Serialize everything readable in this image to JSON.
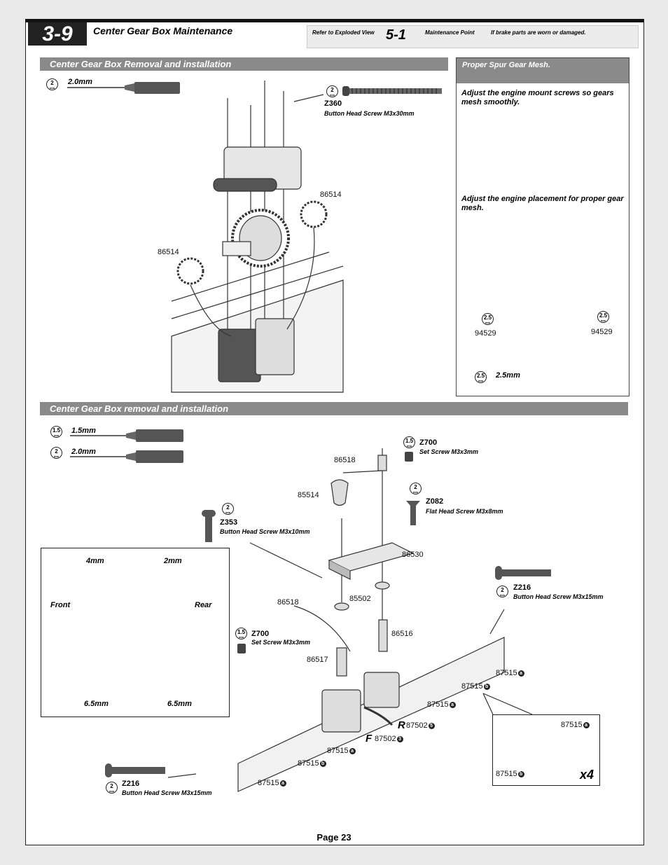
{
  "header": {
    "section_number": "3-9",
    "section_title": "Center Gear Box Maintenance",
    "refer_label": "Refer to Exploded View",
    "refer_number": "5-1",
    "maintenance_point_label": "Maintenance Point",
    "maintenance_point_text": "If brake parts are worn or damaged."
  },
  "section1": {
    "title": "Center Gear Box Removal and installation",
    "tool": {
      "badge": "2",
      "unit": "mm",
      "size": "2.0mm"
    },
    "screw": {
      "code": "Z360",
      "badge": "2",
      "unit": "mm",
      "desc": "Button Head Screw M3x30mm"
    },
    "parts": {
      "top_right": "86514",
      "left": "86514"
    }
  },
  "sidebar": {
    "title": "Proper Spur Gear Mesh.",
    "text1": "Adjust the engine mount screws so gears mesh smoothly.",
    "text2": "Adjust the engine placement for proper gear mesh.",
    "left_badge": "2.5",
    "right_badge": "2.5",
    "badge_unit": "mm",
    "left_part": "94529",
    "right_part": "94529",
    "tool": {
      "badge": "2.5",
      "unit": "mm",
      "size": "2.5mm"
    }
  },
  "section2": {
    "title": "Center Gear Box removal and installation",
    "tools": [
      {
        "badge": "1.5",
        "unit": "mm",
        "size": "1.5mm"
      },
      {
        "badge": "2",
        "unit": "mm",
        "size": "2.0mm"
      }
    ],
    "inset": {
      "dim_left": "4mm",
      "dim_right": "2mm",
      "front": "Front",
      "rear": "Rear",
      "bottom_left": "6.5mm",
      "bottom_right": "6.5mm"
    },
    "screws": {
      "z700_top": {
        "code": "Z700",
        "badge": "1.5",
        "unit": "mm",
        "desc": "Set Screw M3x3mm"
      },
      "z082": {
        "code": "Z082",
        "badge": "2",
        "unit": "mm",
        "desc": "Flat Head Screw M3x8mm"
      },
      "z353": {
        "code": "Z353",
        "badge": "2",
        "unit": "mm",
        "desc": "Button Head Screw M3x10mm"
      },
      "z216_right": {
        "code": "Z216",
        "badge": "2",
        "unit": "mm",
        "desc": "Button Head Screw M3x15mm"
      },
      "z700_mid": {
        "code": "Z700",
        "badge": "1.5",
        "unit": "mm",
        "desc": "Set Screw M3x3mm"
      },
      "z216_bottom": {
        "code": "Z216",
        "badge": "2",
        "unit": "mm",
        "desc": "Button Head Screw M3x15mm"
      }
    },
    "parts": {
      "p86518_top": "86518",
      "p85514": "85514",
      "p86530": "86530",
      "p86518_mid": "86518",
      "p85502": "85502",
      "p86516": "86516",
      "p86517": "86517",
      "p87515a_r": "87515",
      "p87515b_r": "87515",
      "p87515a_m": "87515",
      "r_letter": "R",
      "p87502r": "87502",
      "f_letter": "F",
      "p87502f": "87502",
      "p87515a_l": "87515",
      "p87515b_l": "87515",
      "p87515a_ll": "87515",
      "sub_a": "a",
      "sub_b": "b",
      "sub_5": "5",
      "sub_3": "3"
    },
    "x4": {
      "top": "87515",
      "bottom": "87515",
      "count": "x4"
    }
  },
  "footer": {
    "page": "Page 23"
  }
}
